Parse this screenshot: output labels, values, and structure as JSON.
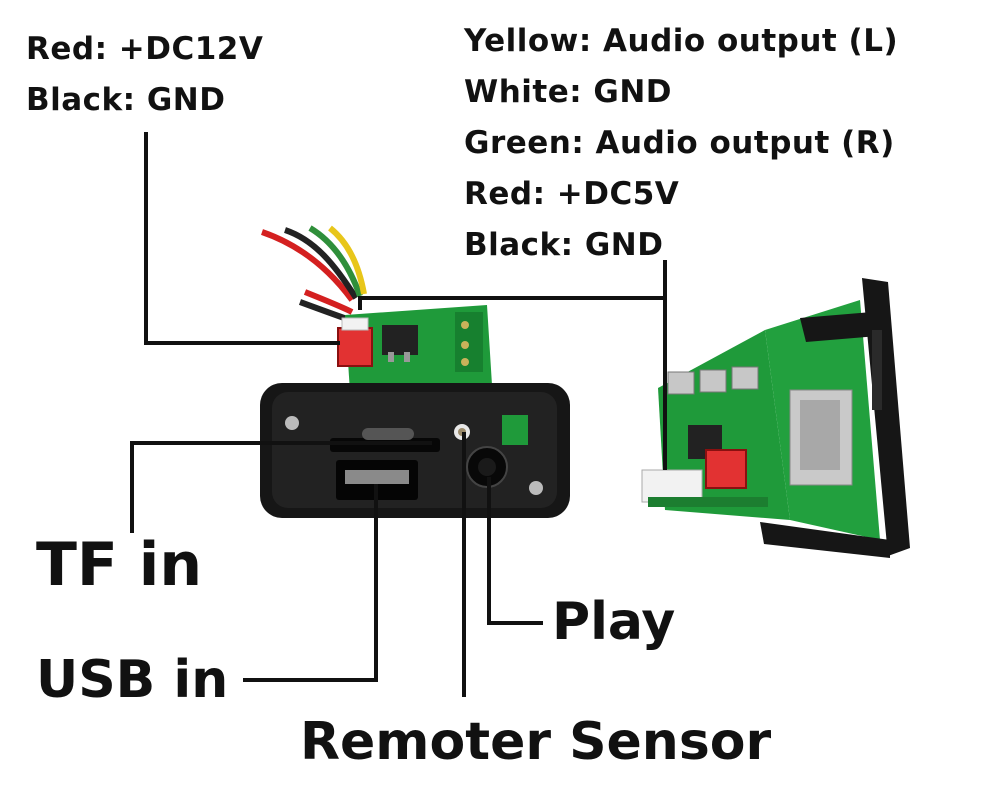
{
  "power_input": {
    "lines": [
      "Red: +DC12V",
      "Black: GND"
    ]
  },
  "audio_output": {
    "lines": [
      "Yellow: Audio output (L)",
      "White: GND",
      "Green: Audio output (R)",
      "Red: +DC5V",
      "Black: GND"
    ]
  },
  "callouts": {
    "tf_in": "TF in",
    "usb_in": "USB in",
    "play": "Play",
    "remote_sensor": "Remoter Sensor"
  },
  "colors": {
    "pcb_green": "#1f9a3a",
    "housing_black": "#161616",
    "wire_red": "#d42020",
    "wire_yellow": "#e8c61a",
    "wire_green": "#2f8f3a",
    "leader_line": "#111111"
  }
}
